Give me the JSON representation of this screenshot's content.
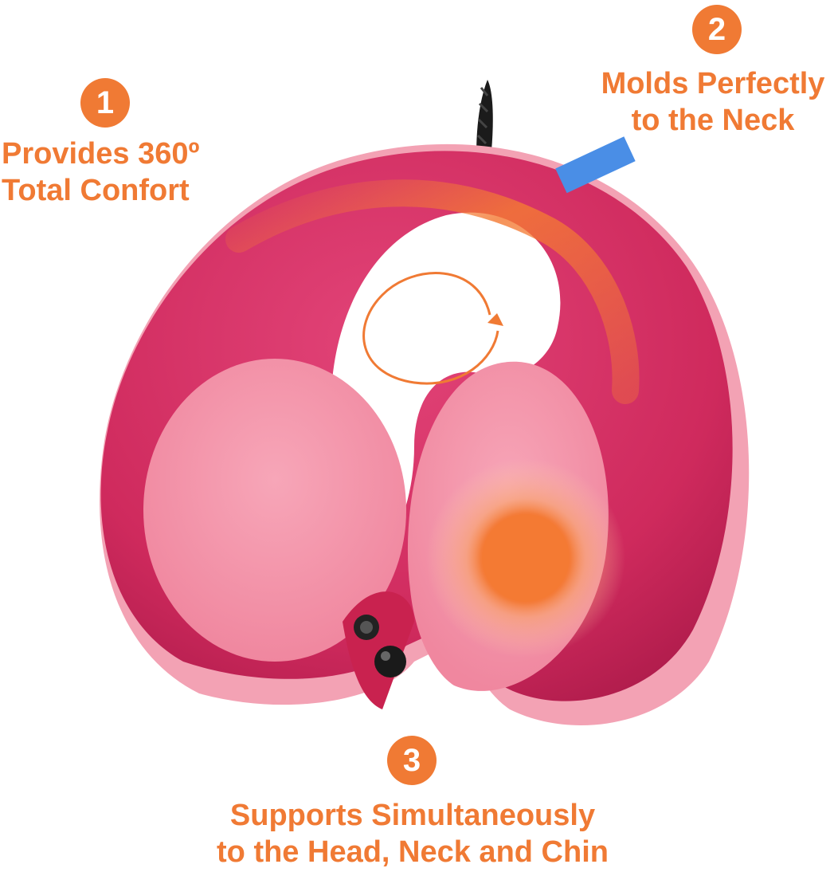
{
  "features": [
    {
      "number": "1",
      "line1": "Provides 360º",
      "line2": "Total Confort"
    },
    {
      "number": "2",
      "line1": "Molds Perfectly",
      "line2": "to the Neck"
    },
    {
      "number": "3",
      "line1": "Supports Simultaneously",
      "line2": "to the Head, Neck and Chin"
    }
  ],
  "colors": {
    "accent": "#f07a34",
    "pillow_dark": "#d02a60",
    "pillow_light": "#f58fa8",
    "background": "#ffffff"
  },
  "icons": {
    "rotation_arrow": "circular-arrow-icon"
  }
}
